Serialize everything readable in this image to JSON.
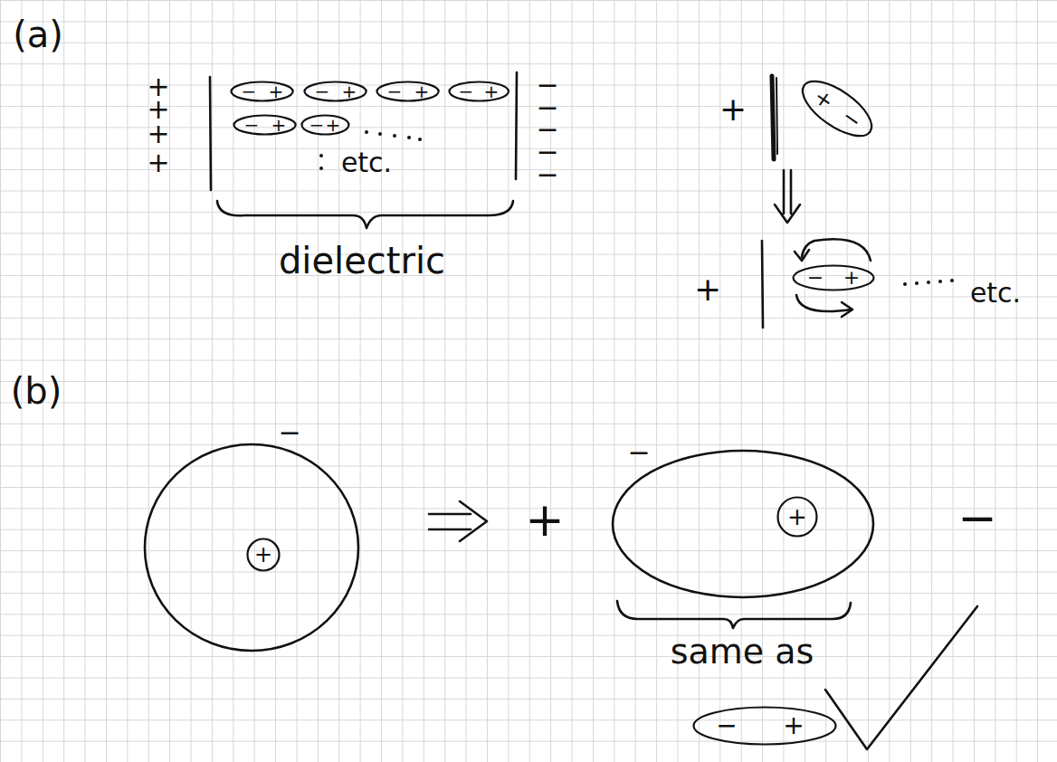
{
  "diagram": {
    "nodes": [
      {
        "text": [
          "−",
          "+"
        ]
      },
      {
        "text": [
          "−",
          "+"
        ]
      },
      {
        "text": [
          "−",
          "+"
        ]
      },
      {
        "text": [
          "−",
          "+"
        ]
      },
      {
        "text": [
          "−",
          "+"
        ]
      },
      {
        "text": [
          "−",
          "+"
        ]
      },
      {
        "text": [
          "+",
          "−"
        ]
      },
      {
        "text": [
          "−",
          "+"
        ]
      },
      {
        "text": [
          "−"
        ]
      },
      {
        "text": [
          "+"
        ],
        "in": 8
      },
      {
        "text": [
          "−"
        ]
      },
      {
        "text": [
          "+"
        ],
        "in": 10
      },
      {
        "text": [
          "−",
          "+"
        ]
      }
    ],
    "labels": [
      "(a)",
      "+",
      "+",
      "+",
      "+",
      "−",
      "−",
      "−",
      "−",
      "−",
      "etc.",
      "dielectric",
      "+",
      "+",
      "etc.",
      "(b)",
      "+",
      "−",
      "same as"
    ]
  }
}
